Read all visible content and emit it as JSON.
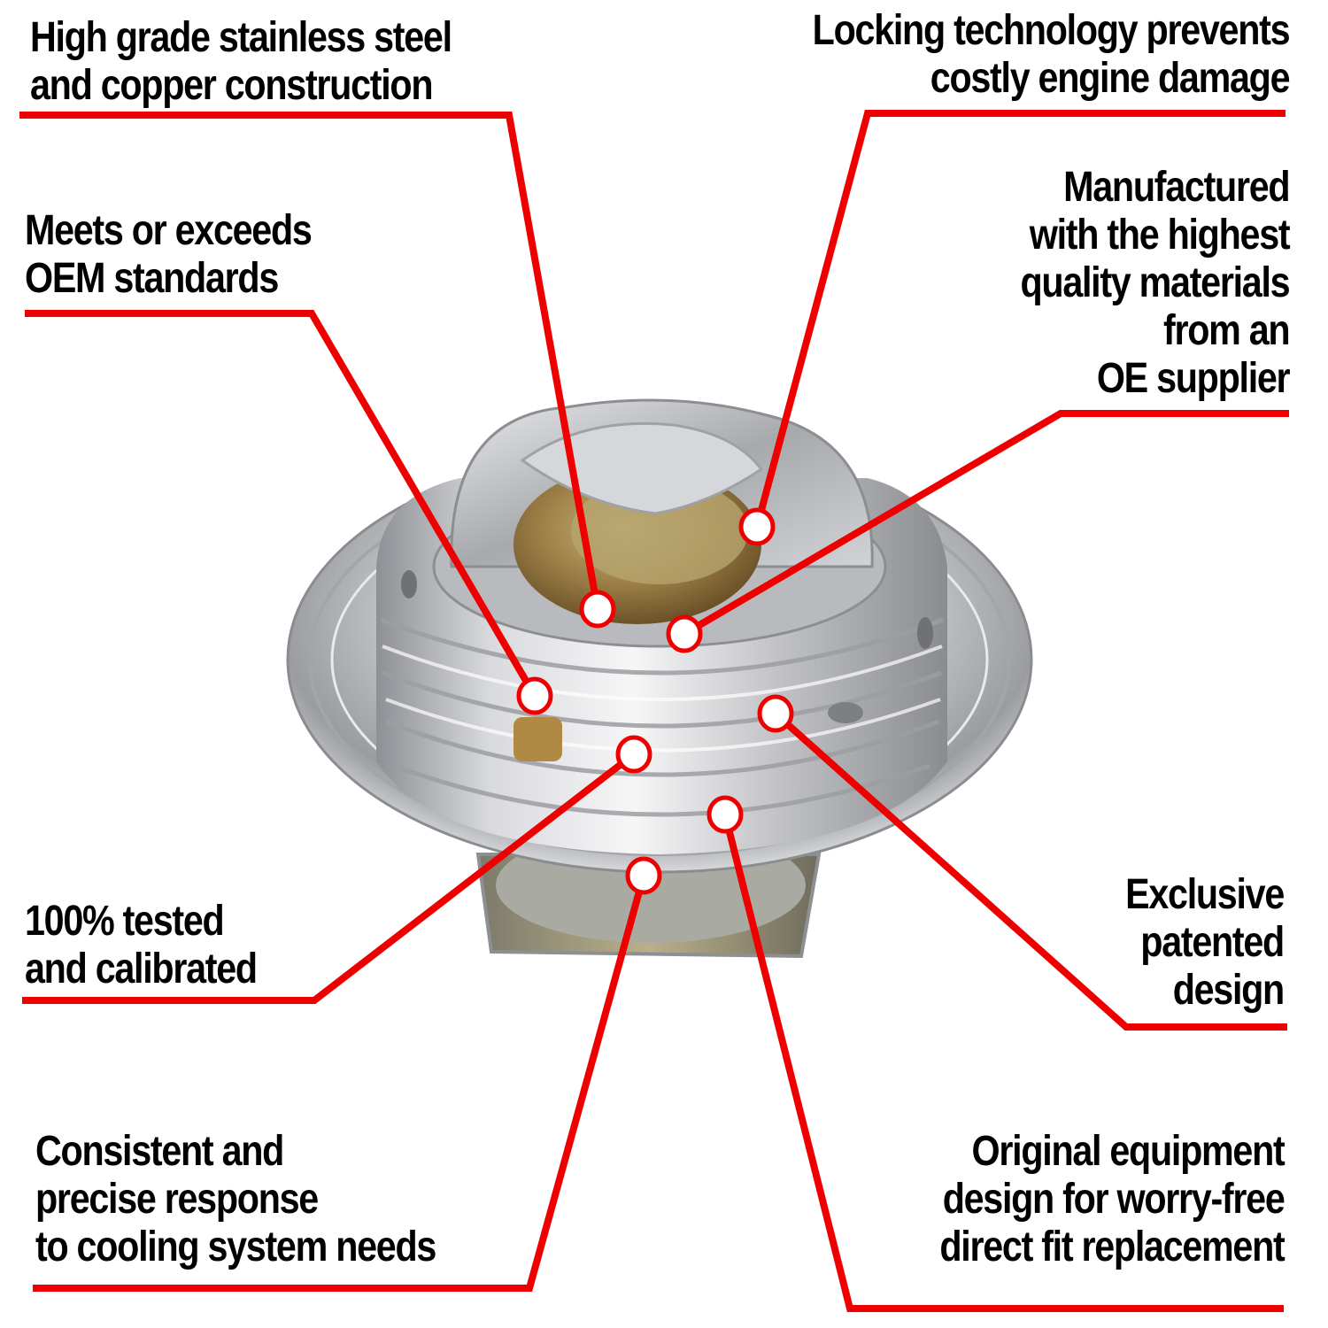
{
  "colors": {
    "accent": "#ee0000",
    "text": "#000000",
    "background": "#ffffff",
    "dot_fill": "#ffffff"
  },
  "product": {
    "name": "thermostat",
    "image": "thermostat-photo"
  },
  "callouts": [
    {
      "id": "stainless-copper",
      "side": "left",
      "lines": [
        "High grade stainless steel",
        "and copper construction"
      ]
    },
    {
      "id": "locking-technology",
      "side": "right",
      "lines": [
        "Locking technology prevents",
        "costly engine damage"
      ]
    },
    {
      "id": "oem-standards",
      "side": "left",
      "lines": [
        "Meets or exceeds",
        "OEM standards"
      ]
    },
    {
      "id": "oe-supplier",
      "side": "right",
      "lines": [
        "Manufactured",
        "with the highest",
        "quality materials",
        "from an",
        "OE supplier"
      ]
    },
    {
      "id": "tested-calibrated",
      "side": "left",
      "lines": [
        "100% tested",
        "and calibrated"
      ]
    },
    {
      "id": "patented-design",
      "side": "right",
      "lines": [
        "Exclusive",
        "patented",
        "design"
      ]
    },
    {
      "id": "consistent-response",
      "side": "left",
      "lines": [
        "Consistent and",
        "precise response",
        "to cooling system needs"
      ]
    },
    {
      "id": "direct-fit",
      "side": "right",
      "lines": [
        "Original equipment",
        "design for worry-free",
        "direct fit replacement"
      ]
    }
  ]
}
